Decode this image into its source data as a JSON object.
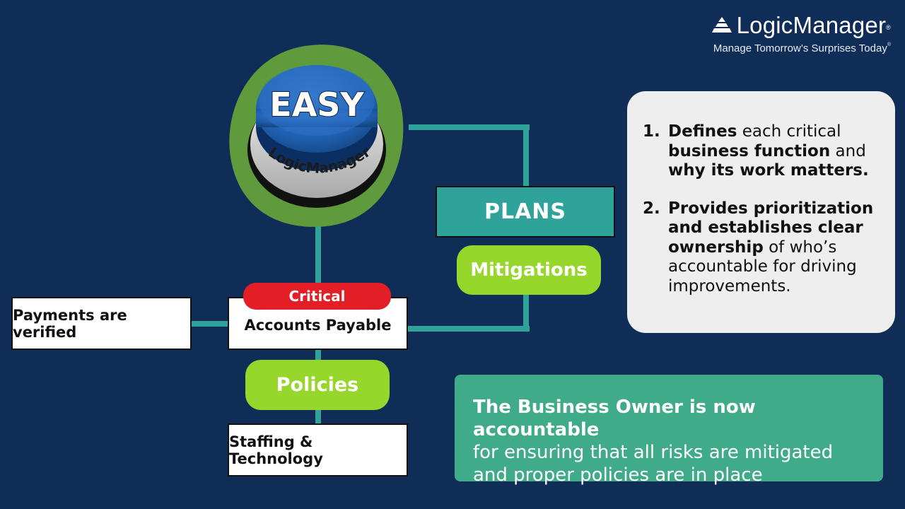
{
  "logo": {
    "brand": "LogicManager",
    "trademark": "®",
    "tagline": "Manage Tomorrow’s Surprises Today",
    "tagline_mark": "®"
  },
  "easy_button": {
    "label": "EASY",
    "ring_text": "LogicManager"
  },
  "diagram": {
    "plans": "PLANS",
    "mitigations": "Mitigations",
    "critical_badge": "Critical",
    "accounts_payable": "Accounts Payable",
    "payments_verified": "Payments are verified",
    "policies": "Policies",
    "staffing": "Staffing & Technology"
  },
  "card": {
    "item1": {
      "num": "1.",
      "b1": "Defines",
      "t1": " each critical ",
      "b2": "business function",
      "t2": " and ",
      "b3": "why its work matters."
    },
    "item2": {
      "num": "2.",
      "b1": "Provides prioritization and establishes clear ownership",
      "t1": " of who’s accountable for driving improvements."
    }
  },
  "callout": {
    "headline": "The Business Owner is now accountable",
    "body": "for ensuring that all risks are mitigated and proper policies are in place"
  },
  "colors": {
    "background": "#0f2d57",
    "teal": "#2fa39a",
    "lime": "#97d62b",
    "red": "#e41e26",
    "callout_green": "#3fab88",
    "easy_blue": "#1f5fb0",
    "blob_green": "#5f9a3c"
  }
}
